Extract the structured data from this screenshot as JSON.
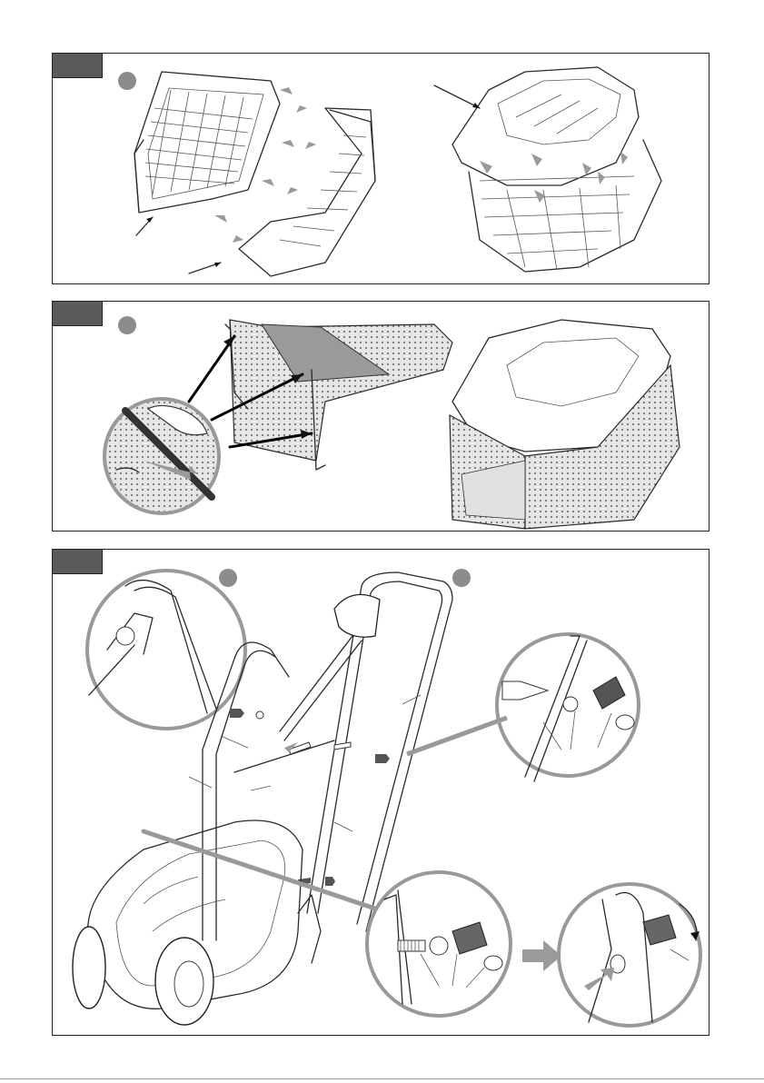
{
  "panels": [
    {
      "id": "fig-1",
      "step_markers": [
        "step-a"
      ]
    },
    {
      "id": "fig-2",
      "step_markers": [
        "step-a"
      ]
    },
    {
      "id": "fig-3",
      "step_markers": [
        "step-a",
        "step-b"
      ]
    }
  ],
  "icons": [
    "grass-bag-frame-illustration",
    "grass-bag-assembled-illustration",
    "fabric-clip-illustration",
    "handle-assembly-illustration",
    "bolt-washer-knob-detail",
    "lawnmower-illustration"
  ],
  "colors": {
    "tag": "#5a5a5a",
    "step_marker": "#8c8c8c",
    "arrow": "#9a9a9a",
    "line": "#2a2a2a"
  }
}
